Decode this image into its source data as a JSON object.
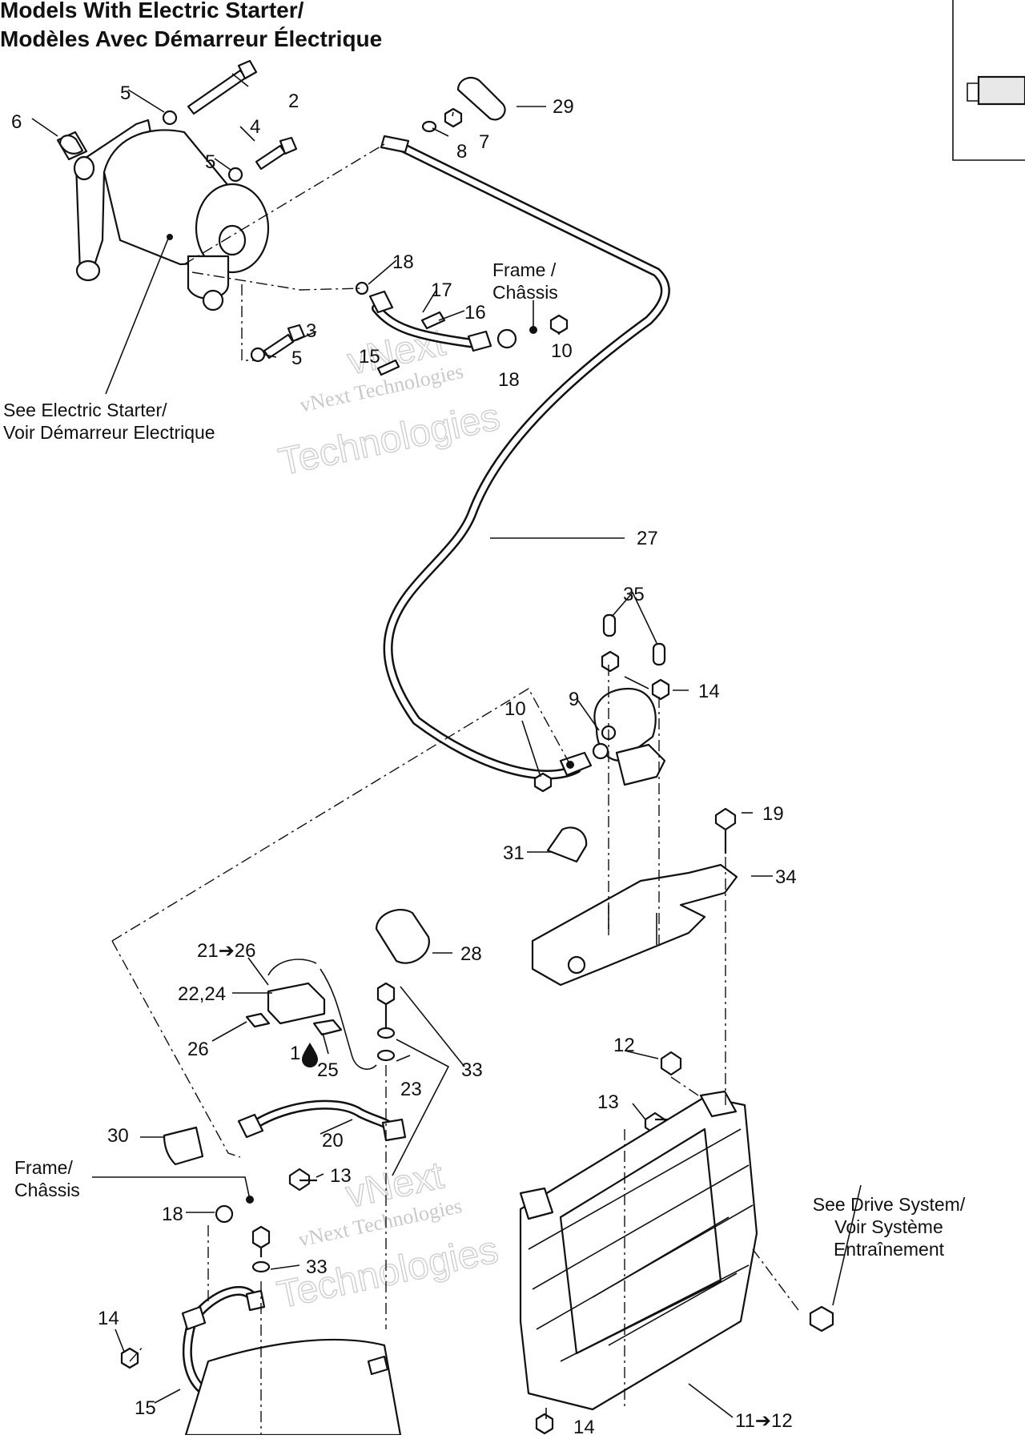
{
  "title": {
    "line1": "Models With Electric Starter/",
    "line2": "Modèles Avec Démarreur Électrique"
  },
  "callouts": {
    "c2": "2",
    "c3": "3",
    "c4": "4",
    "c5a": "5",
    "c5b": "5",
    "c5c": "5",
    "c6": "6",
    "c7": "7",
    "c8": "8",
    "c9": "9",
    "c10a": "10",
    "c10b": "10",
    "c1": "1",
    "c11": "11➔12",
    "c12": "12",
    "c13a": "13",
    "c13b": "13",
    "c14a": "14",
    "c14b": "14",
    "c14c": "14",
    "c15a": "15",
    "c15b": "15",
    "c16": "16",
    "c17": "17",
    "c18a": "18",
    "c18b": "18",
    "c18c": "18",
    "c19": "19",
    "c20": "20",
    "c21": "21➔26",
    "c22": "22,24",
    "c23": "23",
    "c25": "25",
    "c26": "26",
    "c27": "27",
    "c28": "28",
    "c29": "29",
    "c30": "30",
    "c31": "31",
    "c33a": "33",
    "c33b": "33",
    "c34": "34",
    "c35": "35"
  },
  "notes": {
    "frame1_l1": "Frame /",
    "frame1_l2": "Châssis",
    "frame2_l1": "Frame/",
    "frame2_l2": "Châssis",
    "starter_l1": "See Electric Starter/",
    "starter_l2": "Voir Démarreur Electrique",
    "drive_l1": "See Drive System/",
    "drive_l2": "Voir Système",
    "drive_l3": "Entraînement"
  },
  "watermark": {
    "line1": "vNext Technologies",
    "line2": "vNext",
    "line3": "Technologies"
  },
  "icons": [
    "lubricant-drop-icon",
    "arrow-icon"
  ],
  "colors": {
    "line": "#111111",
    "background": "#ffffff",
    "watermark": "#c9c9c9"
  }
}
